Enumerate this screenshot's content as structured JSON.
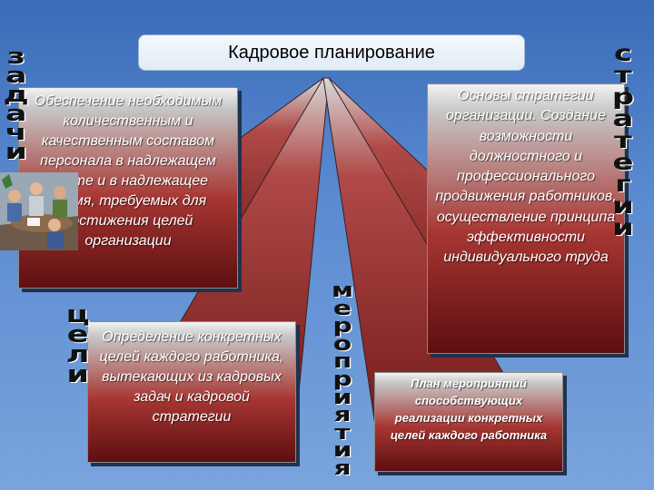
{
  "title": "Кадровое планирование",
  "boxes": {
    "tasks": "Обеспечение необходимым количественным и качественным составом персонала в надлежащем месте и в надлежащее время, требуемых для достижения целей организации",
    "strategy": "Основы стратегии организации. Создание возможности должностного и профессионального продвижения работников, осуществление принципа эффективности индивидуального труда",
    "goals": "Определение конкретных целей каждого работника, вытекающих из кадровых задач и кадровой стратегии",
    "measures": "План мероприятий способствующих реализации конкретных целей каждого работника"
  },
  "labels": {
    "tasks": [
      "з",
      "а",
      "д",
      "а",
      "ч",
      "и"
    ],
    "strategy": [
      "с",
      "т",
      "р",
      "а",
      "т",
      "е",
      "г",
      "и",
      "и"
    ],
    "measures": [
      "м",
      "е",
      "р",
      "о",
      "п",
      "р",
      "и",
      "я",
      "т",
      "и",
      "я"
    ],
    "goals": [
      "ц",
      "е",
      "л",
      "и"
    ]
  },
  "clipart_icon": "office-meeting-clipart"
}
